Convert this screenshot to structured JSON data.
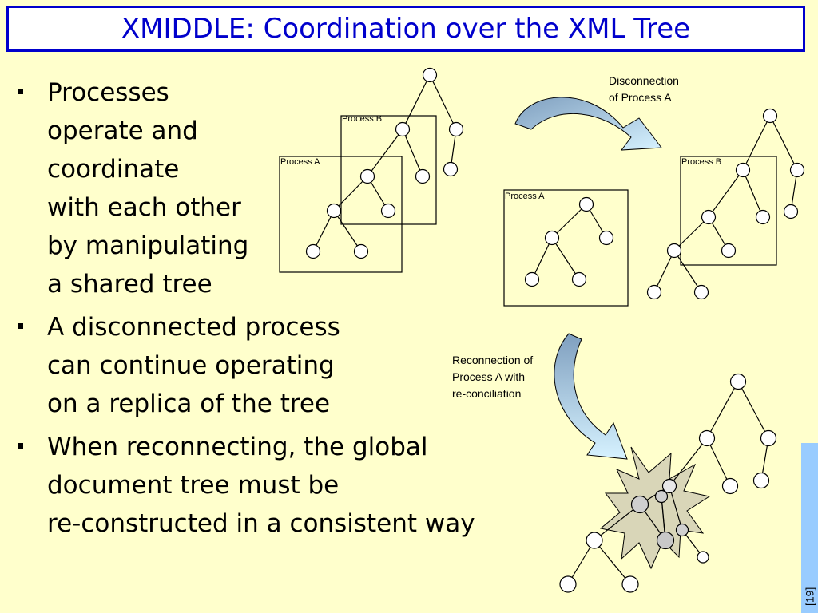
{
  "title": "XMIDDLE: Coordination over the XML Tree",
  "bullets": [
    {
      "lines": [
        "Processes",
        "operate and",
        "coordinate",
        "with each other",
        "by manipulating",
        "a shared tree"
      ]
    },
    {
      "lines": [
        "A disconnected process",
        "can continue operating",
        "on a replica of the tree"
      ]
    },
    {
      "lines": [
        "When reconnecting, the global",
        "document tree must be",
        "re-constructed in a consistent way"
      ]
    }
  ],
  "diagram": {
    "process_a_label": "Process A",
    "process_b_label": "Process B",
    "disconnection_label_line1": "Disconnection",
    "disconnection_label_line2": "of Process A",
    "reconnection_label_line1": "Reconnection of",
    "reconnection_label_line2": "Process A with",
    "reconnection_label_line3": "re-conciliation"
  },
  "page_number": "[19]",
  "colors": {
    "background": "#ffffcc",
    "title_color": "#0000cc",
    "arrow_fill_dark": "#8fa8c0",
    "arrow_fill_light": "#cceeff",
    "burst_fill": "#d8d8b8",
    "page_bar": "#99ccff"
  }
}
